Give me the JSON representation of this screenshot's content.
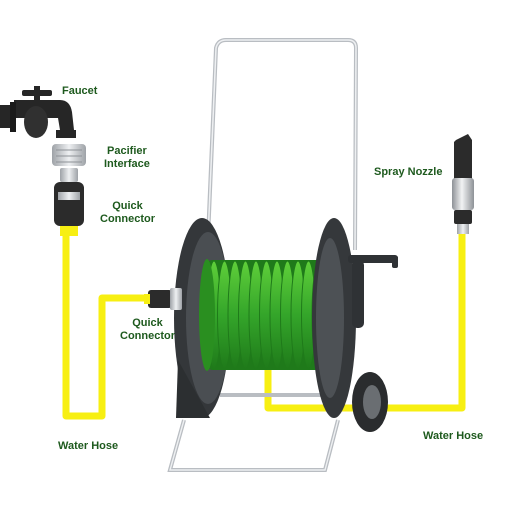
{
  "labels": {
    "faucet": "Faucet",
    "pacifier_interface": [
      "Pacifier",
      "Interface"
    ],
    "quick_connector_top": [
      "Quick",
      "Connector"
    ],
    "quick_connector_reel": [
      "Quick",
      "Connector"
    ],
    "spray_nozzle": "Spray Nozzle",
    "water_hose_left": "Water Hose",
    "water_hose_right": "Water Hose"
  },
  "colors": {
    "label_text": "#1e5a1e",
    "water_hose": "#f7ef12",
    "reel_hose": "#3cae2c",
    "reel_hose_dark": "#1f7a1a",
    "reel_body": "#3a3d40",
    "frame_metal": "#c9ccd0",
    "faucet": "#262626",
    "connector_black": "#2b2b2b",
    "connector_silver": "#bfc3c8"
  },
  "icons": [
    "faucet-icon",
    "pacifier-interface-icon",
    "quick-connector-icon",
    "spray-nozzle-icon",
    "hose-reel-cart-icon"
  ]
}
